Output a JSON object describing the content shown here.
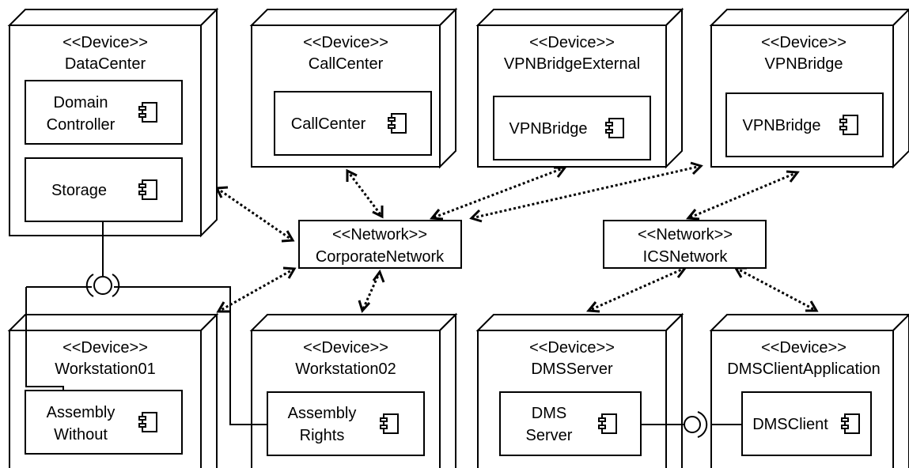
{
  "devices": [
    {
      "id": "datacenter",
      "stereotype": "<<Device>>",
      "name": "DataCenter",
      "components": [
        {
          "lines": [
            "Domain",
            "Controller"
          ]
        },
        {
          "lines": [
            "Storage"
          ]
        }
      ]
    },
    {
      "id": "callcenter",
      "stereotype": "<<Device>>",
      "name": "CallCenter",
      "components": [
        {
          "lines": [
            "CallCenter"
          ]
        }
      ]
    },
    {
      "id": "vpnbridgeexternal",
      "stereotype": "<<Device>>",
      "name": "VPNBridgeExternal",
      "components": [
        {
          "lines": [
            "VPNBridge"
          ]
        }
      ]
    },
    {
      "id": "vpnbridge",
      "stereotype": "<<Device>>",
      "name": "VPNBridge",
      "components": [
        {
          "lines": [
            "VPNBridge"
          ]
        }
      ]
    },
    {
      "id": "workstation01",
      "stereotype": "<<Device>>",
      "name": "Workstation01",
      "components": [
        {
          "lines": [
            "Assembly",
            "Without"
          ]
        }
      ]
    },
    {
      "id": "workstation02",
      "stereotype": "<<Device>>",
      "name": "Workstation02",
      "components": [
        {
          "lines": [
            "Assembly",
            "Rights"
          ]
        }
      ]
    },
    {
      "id": "dmsserver",
      "stereotype": "<<Device>>",
      "name": "DMSServer",
      "components": [
        {
          "lines": [
            "DMS",
            "Server"
          ]
        }
      ]
    },
    {
      "id": "dmsclientapplication",
      "stereotype": "<<Device>>",
      "name": "DMSClientApplication",
      "components": [
        {
          "lines": [
            "DMSClient"
          ]
        }
      ]
    }
  ],
  "networks": [
    {
      "id": "corporatenetwork",
      "stereotype": "<<Network>>",
      "name": "CorporateNetwork"
    },
    {
      "id": "icsnetwork",
      "stereotype": "<<Network>>",
      "name": "ICSNetwork"
    }
  ]
}
